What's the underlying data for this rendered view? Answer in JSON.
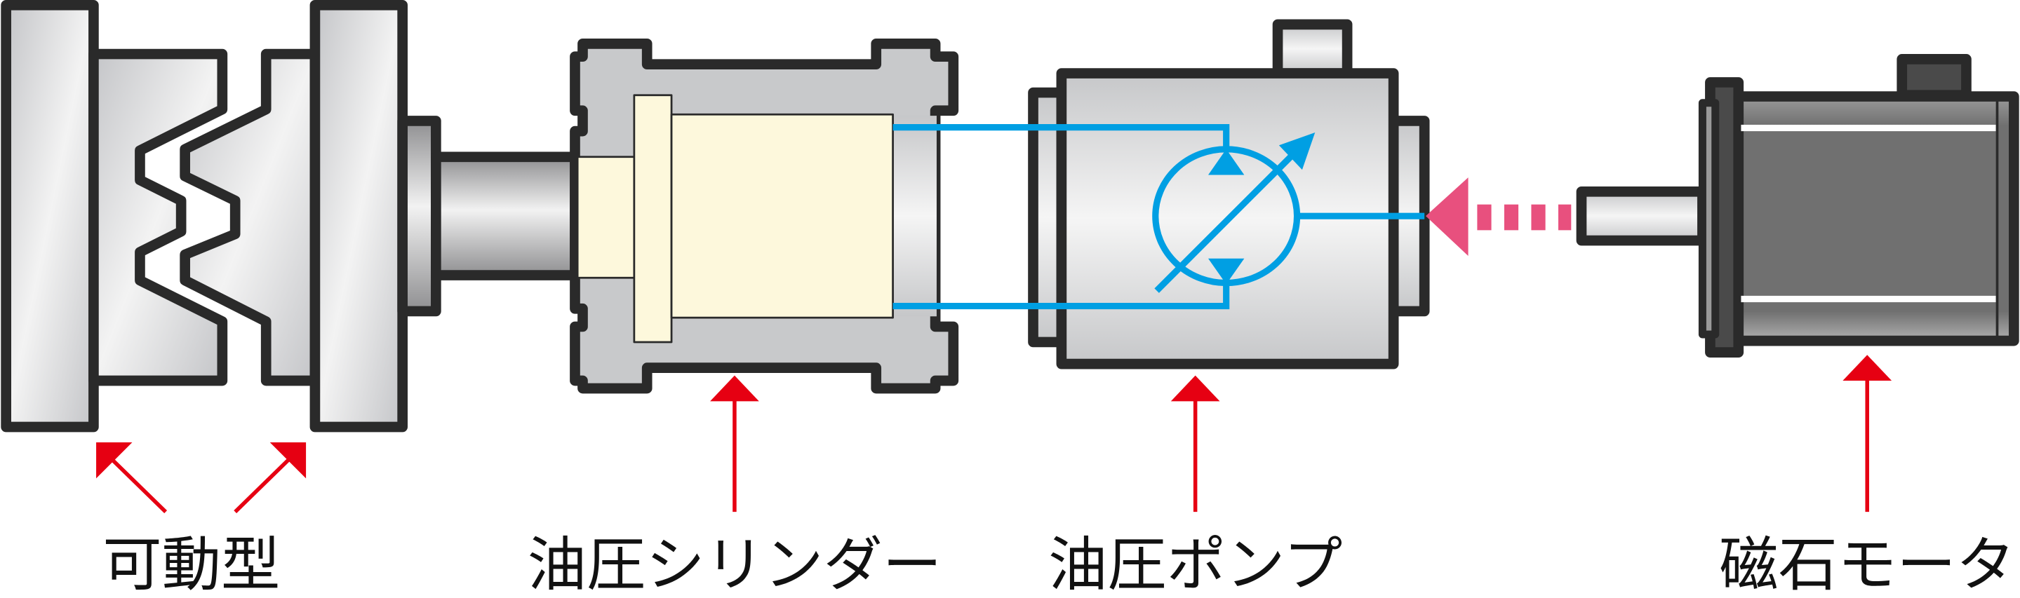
{
  "labels": {
    "movable_mold": "可動型",
    "hydraulic_cylinder": "油圧シリンダー",
    "hydraulic_pump": "油圧ポンプ",
    "magnet_motor": "磁石モータ"
  },
  "colors": {
    "outline": "#2a2a2a",
    "hydraulic_line": "#009fe3",
    "pointer_arrow": "#e60012",
    "drive_arrow": "#e8507e",
    "cylinder_fluid": "#fdf8dc",
    "motor_body": "#707070"
  }
}
